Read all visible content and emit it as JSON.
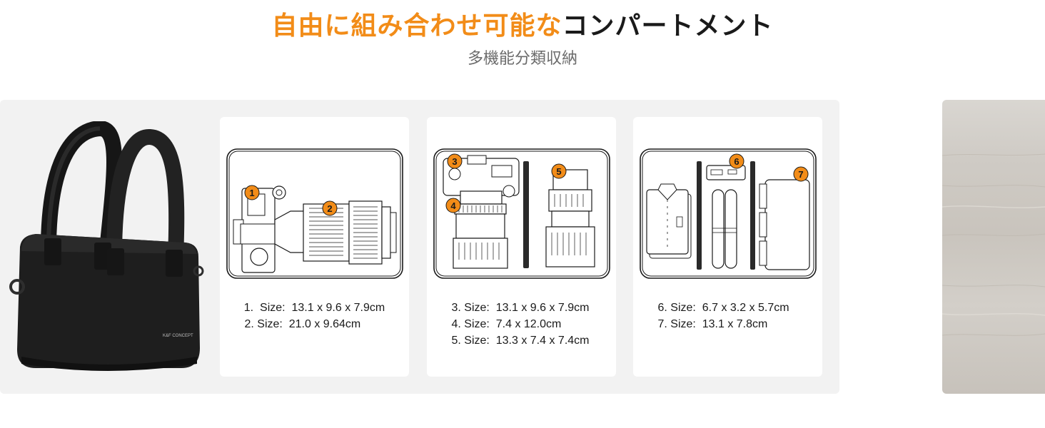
{
  "header": {
    "title_accent": "自由に組み合わせ可能な",
    "title_rest": "コンパートメント",
    "subtitle": "多機能分類収納"
  },
  "product": {
    "brand_logo_text": "K&F CONCEPT"
  },
  "compartments": [
    {
      "badges": [
        "1",
        "2"
      ],
      "specs": [
        "1.  Size:  13.1 x 9.6 x 7.9cm",
        "2. Size:  21.0 x 9.64cm"
      ]
    },
    {
      "badges": [
        "3",
        "4",
        "5"
      ],
      "specs": [
        "3. Size:  13.1 x 9.6 x 7.9cm",
        "4. Size:  7.4 x 12.0cm",
        "5. Size:  13.3 x 7.4 x 7.4cm"
      ]
    },
    {
      "badges": [
        "6",
        "7"
      ],
      "specs": [
        "6. Size:  6.7 x 3.2 x 5.7cm",
        "7. Size:  13.1 x 7.8cm"
      ]
    }
  ],
  "colors": {
    "accent": "#f28c18",
    "title_dark": "#1a1a1a",
    "subtitle": "#6b6b6b",
    "panel_bg": "#f2f2f2",
    "card_bg": "#ffffff",
    "bag": "#1e1e1e"
  }
}
